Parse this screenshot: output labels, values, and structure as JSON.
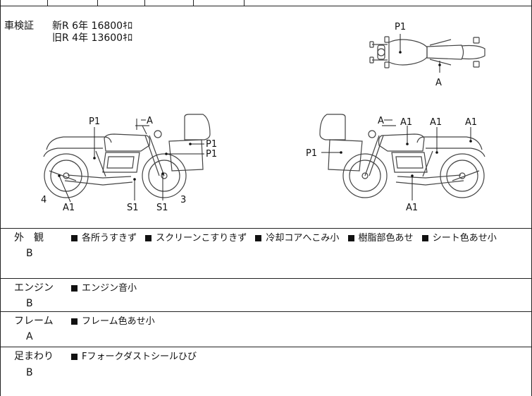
{
  "vehicle_inspection": {
    "label": "車検証",
    "line1": "新R 6年 16800ｷﾛ",
    "line2": "旧R 4年 13600ｷﾛ"
  },
  "diagram": {
    "top_view": {
      "callout_p1": "P1",
      "callout_a": "A"
    },
    "left_view": {
      "p1_top": "P1",
      "a_top": "A",
      "p1_case_1": "P1",
      "p1_case_2": "P1",
      "num_4": "4",
      "a1_bottom": "A1",
      "s1_1": "S1",
      "s1_2": "S1",
      "num_3": "3"
    },
    "right_view": {
      "a_top": "A",
      "a1_1": "A1",
      "a1_2": "A1",
      "a1_3": "A1",
      "p1_case": "P1",
      "a1_bottom": "A1"
    }
  },
  "inspection": [
    {
      "label": "外　観",
      "grade": "B",
      "items": [
        "各所うすきず",
        "スクリーンこすりきず",
        "冷却コアへこみ小",
        "樹脂部色あせ",
        "シート色あせ小"
      ]
    },
    {
      "label": "エンジン",
      "grade": "B",
      "items": [
        "エンジン音小"
      ]
    },
    {
      "label": "フレーム",
      "grade": "A",
      "items": [
        "フレーム色あせ小"
      ]
    },
    {
      "label": "足まわり",
      "grade": "B",
      "items": [
        "Fフォークダストシールひび"
      ]
    }
  ]
}
